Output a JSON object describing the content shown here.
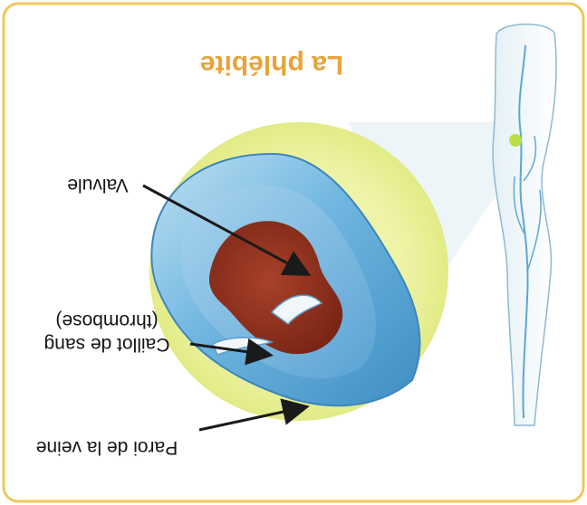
{
  "title": "La phlébite",
  "labels": {
    "valvule": "Valvule",
    "caillot_line1": "Caillot de sang",
    "caillot_line2": "(thrombose)",
    "paroi": "Paroi de la veine"
  },
  "colors": {
    "title": "#e8a33a",
    "background": "#ffffff",
    "frame": "#f0c85a",
    "zoom_disc": "#eef3a6",
    "vein": "#5aa9d8",
    "clot": "#8a2f1e",
    "arrow": "#1a1a1a",
    "focus_dot": "#b9e04a"
  }
}
